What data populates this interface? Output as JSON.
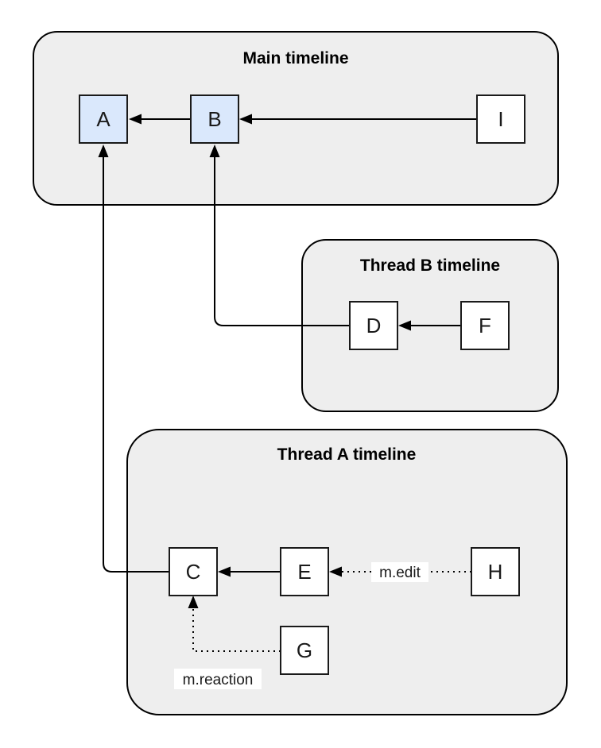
{
  "diagram": {
    "colors": {
      "page_background": "#ffffff",
      "container_fill": "#eeeeee",
      "container_stroke": "#000000",
      "node_blue_fill": "#dae8fc",
      "node_white_fill": "#ffffff",
      "node_stroke": "#1a1a1a",
      "edge_color": "#000000",
      "edge_label_bg": "#ffffff"
    },
    "containers": [
      {
        "id": "main-timeline",
        "title": "Main timeline"
      },
      {
        "id": "thread-b-timeline",
        "title": "Thread B timeline"
      },
      {
        "id": "thread-a-timeline",
        "title": "Thread A timeline"
      }
    ],
    "nodes": {
      "A": {
        "label": "A",
        "container": "main-timeline",
        "variant": "highlighted"
      },
      "B": {
        "label": "B",
        "container": "main-timeline",
        "variant": "highlighted"
      },
      "I": {
        "label": "I",
        "container": "main-timeline",
        "variant": "plain"
      },
      "D": {
        "label": "D",
        "container": "thread-b-timeline",
        "variant": "plain"
      },
      "F": {
        "label": "F",
        "container": "thread-b-timeline",
        "variant": "plain"
      },
      "C": {
        "label": "C",
        "container": "thread-a-timeline",
        "variant": "plain"
      },
      "E": {
        "label": "E",
        "container": "thread-a-timeline",
        "variant": "plain"
      },
      "H": {
        "label": "H",
        "container": "thread-a-timeline",
        "variant": "plain"
      },
      "G": {
        "label": "G",
        "container": "thread-a-timeline",
        "variant": "plain"
      }
    },
    "edges": [
      {
        "from": "B",
        "to": "A",
        "style": "solid",
        "label": ""
      },
      {
        "from": "I",
        "to": "B",
        "style": "solid",
        "label": ""
      },
      {
        "from": "F",
        "to": "D",
        "style": "solid",
        "label": ""
      },
      {
        "from": "D",
        "to": "B",
        "style": "solid",
        "label": ""
      },
      {
        "from": "E",
        "to": "C",
        "style": "solid",
        "label": ""
      },
      {
        "from": "C",
        "to": "A",
        "style": "solid",
        "label": ""
      },
      {
        "from": "H",
        "to": "E",
        "style": "dotted",
        "label": "m.edit"
      },
      {
        "from": "G",
        "to": "C",
        "style": "dotted",
        "label": "m.reaction"
      }
    ]
  }
}
